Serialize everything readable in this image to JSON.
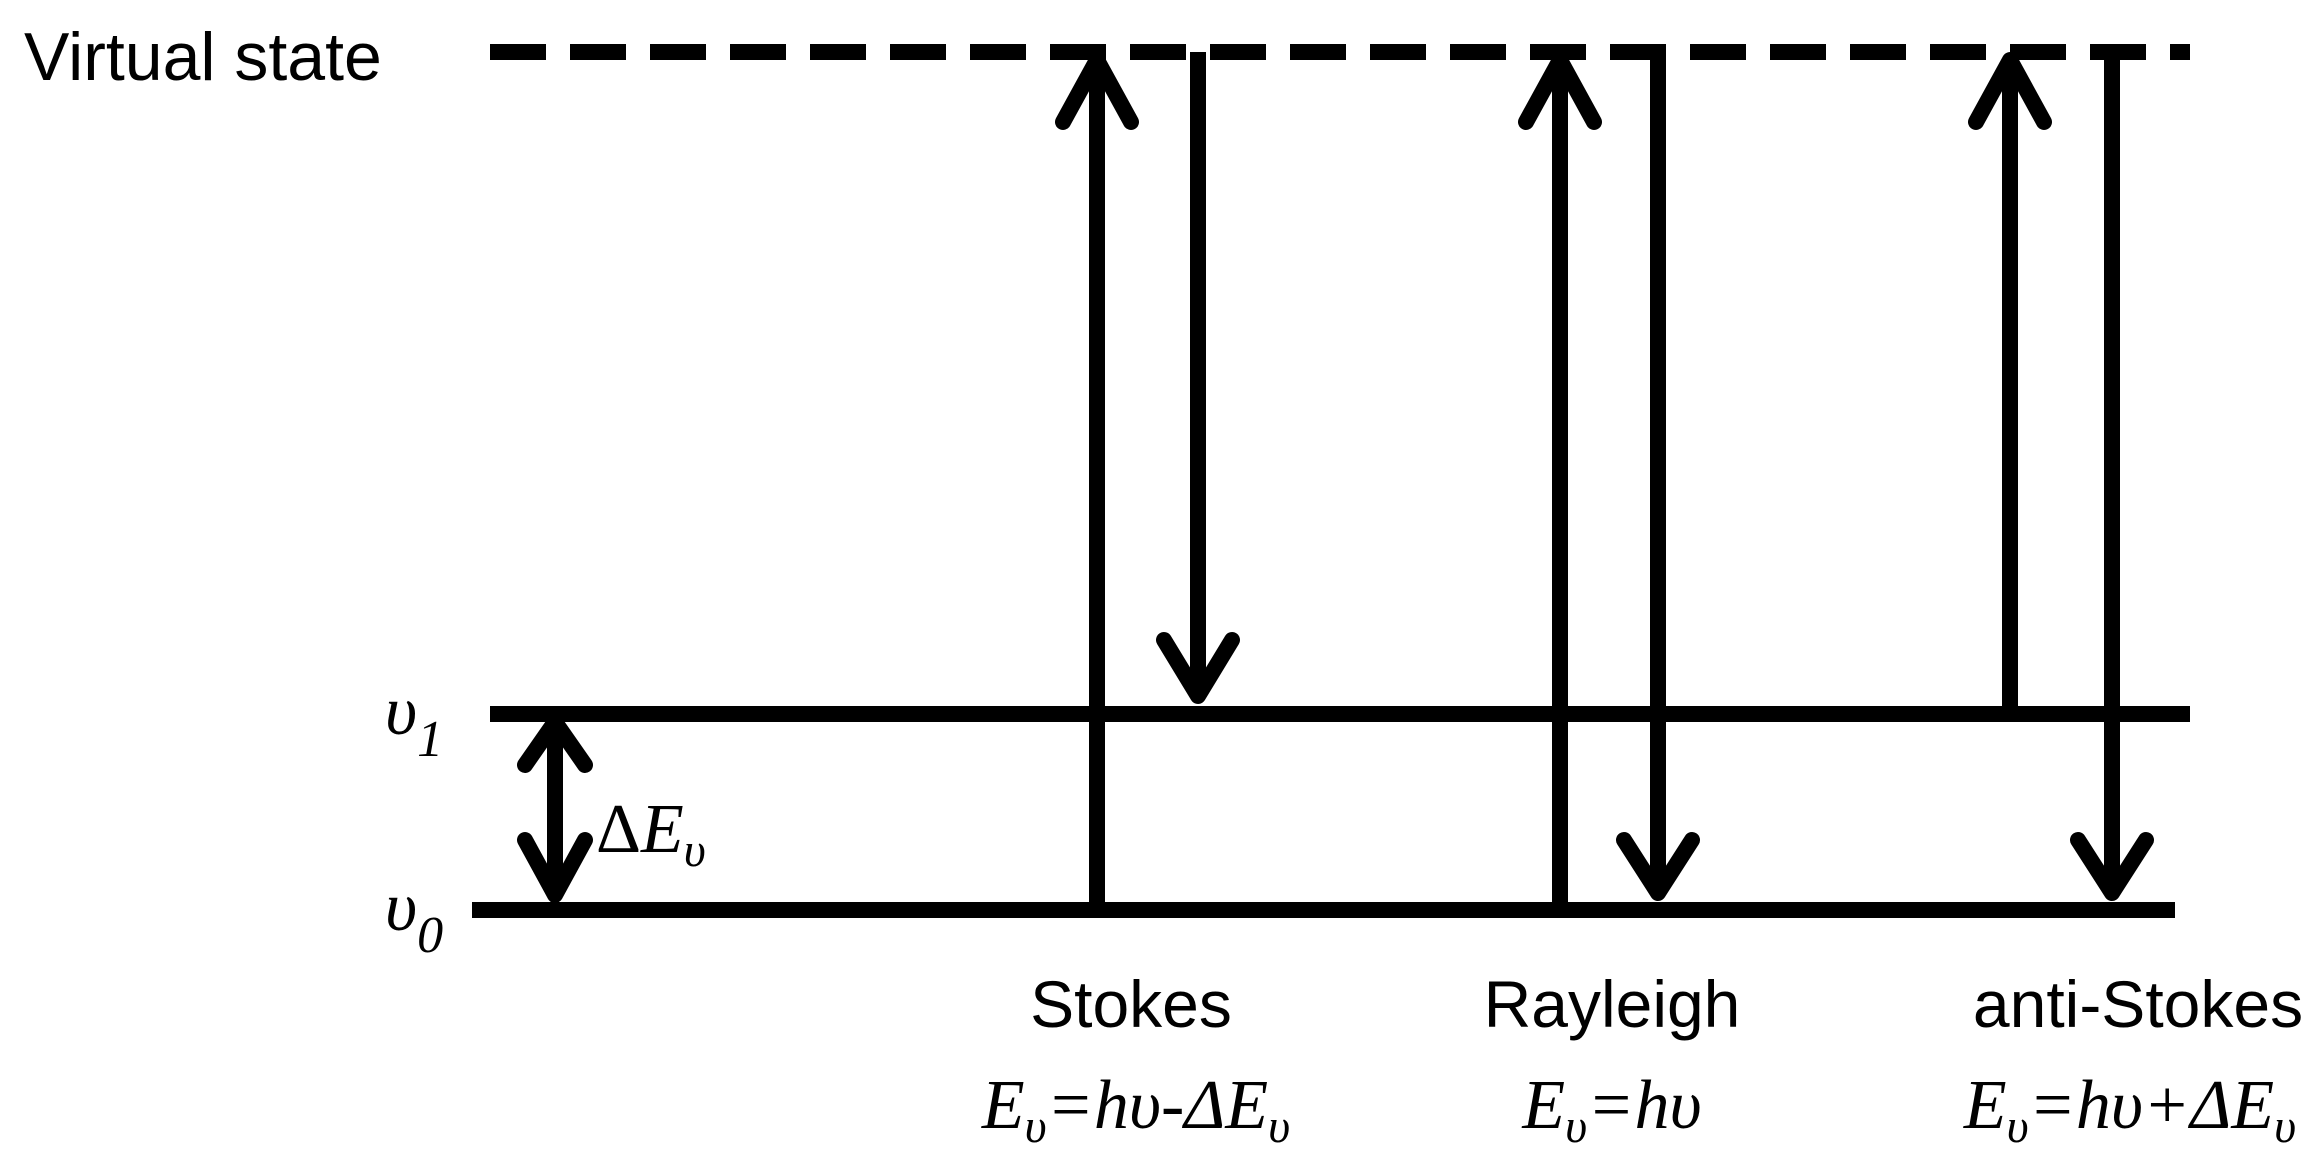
{
  "levels": {
    "virtual_label": "Virtual state",
    "v1_base": "υ",
    "v1_sub": "1",
    "v0_base": "υ",
    "v0_sub": "0"
  },
  "gap": {
    "prefix": "Δ",
    "E": "E",
    "sub": "υ"
  },
  "processes": [
    {
      "name": "Stokes",
      "eq_E": "E",
      "eq_sub": "υ",
      "eq_rhs": "=hυ-Δ",
      "eq_E2": "E",
      "eq_sub2": "υ"
    },
    {
      "name": "Rayleigh",
      "eq_E": "E",
      "eq_sub": "υ",
      "eq_rhs": "=hυ"
    },
    {
      "name": "anti-Stokes",
      "eq_E": "E",
      "eq_sub": "υ",
      "eq_rhs": "=hυ+Δ",
      "eq_E2": "E",
      "eq_sub2": "υ"
    }
  ]
}
